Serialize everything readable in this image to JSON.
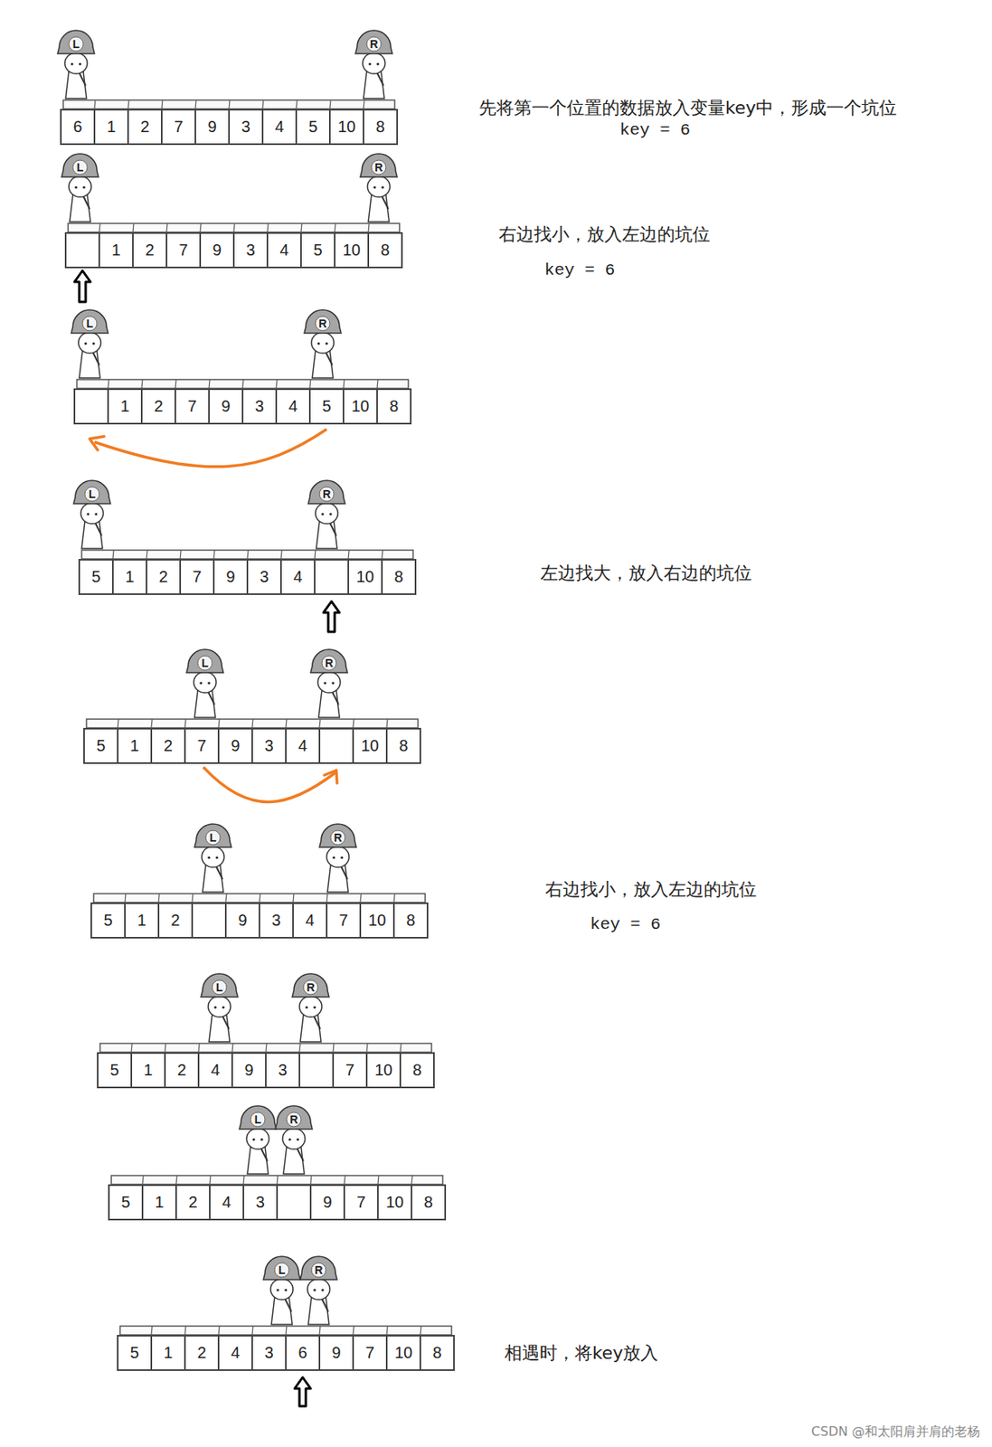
{
  "diagram": {
    "nodes": [
      {
        "text": [
          "6"
        ]
      },
      {
        "text": [
          "1"
        ]
      },
      {
        "text": [
          "2"
        ]
      },
      {
        "text": [
          "7"
        ]
      },
      {
        "text": [
          "9"
        ]
      },
      {
        "text": [
          "3"
        ]
      },
      {
        "text": [
          "4"
        ]
      },
      {
        "text": [
          "5"
        ]
      },
      {
        "text": [
          "10"
        ]
      },
      {
        "text": [
          "8"
        ]
      },
      {
        "text": [
          "1"
        ]
      },
      {
        "text": [
          "2"
        ]
      },
      {
        "text": [
          "7"
        ]
      },
      {
        "text": [
          "9"
        ]
      },
      {
        "text": [
          "3"
        ]
      },
      {
        "text": [
          "4"
        ]
      },
      {
        "text": [
          "5"
        ]
      },
      {
        "text": [
          "10"
        ]
      },
      {
        "text": [
          "8"
        ]
      },
      {
        "text": [
          "1"
        ]
      },
      {
        "text": [
          "2"
        ]
      },
      {
        "text": [
          "7"
        ]
      },
      {
        "text": [
          "9"
        ]
      },
      {
        "text": [
          "3"
        ]
      },
      {
        "text": [
          "4"
        ]
      },
      {
        "text": [
          "5"
        ]
      },
      {
        "text": [
          "10"
        ]
      },
      {
        "text": [
          "8"
        ]
      },
      {
        "text": [
          "5"
        ]
      },
      {
        "text": [
          "1"
        ]
      },
      {
        "text": [
          "2"
        ]
      },
      {
        "text": [
          "7"
        ]
      },
      {
        "text": [
          "9"
        ]
      },
      {
        "text": [
          "3"
        ]
      },
      {
        "text": [
          "4"
        ]
      },
      {
        "text": [
          "10"
        ]
      },
      {
        "text": [
          "8"
        ]
      },
      {
        "text": [
          "5"
        ]
      },
      {
        "text": [
          "1"
        ]
      },
      {
        "text": [
          "2"
        ]
      },
      {
        "text": [
          "7"
        ]
      },
      {
        "text": [
          "9"
        ]
      },
      {
        "text": [
          "3"
        ]
      },
      {
        "text": [
          "4"
        ]
      },
      {
        "text": [
          "10"
        ]
      },
      {
        "text": [
          "8"
        ]
      },
      {
        "text": [
          "5"
        ]
      },
      {
        "text": [
          "1"
        ]
      },
      {
        "text": [
          "2"
        ]
      },
      {
        "text": [
          "9"
        ]
      },
      {
        "text": [
          "3"
        ]
      },
      {
        "text": [
          "4"
        ]
      },
      {
        "text": [
          "7"
        ]
      },
      {
        "text": [
          "10"
        ]
      },
      {
        "text": [
          "8"
        ]
      },
      {
        "text": [
          "5"
        ]
      },
      {
        "text": [
          "1"
        ]
      },
      {
        "text": [
          "2"
        ]
      },
      {
        "text": [
          "4"
        ]
      },
      {
        "text": [
          "9"
        ]
      },
      {
        "text": [
          "3"
        ]
      },
      {
        "text": [
          "7"
        ]
      },
      {
        "text": [
          "10"
        ]
      },
      {
        "text": [
          "8"
        ]
      },
      {
        "text": [
          "5"
        ]
      },
      {
        "text": [
          "1"
        ]
      },
      {
        "text": [
          "2"
        ]
      },
      {
        "text": [
          "4"
        ]
      },
      {
        "text": [
          "3"
        ]
      },
      {
        "text": [
          "9"
        ]
      },
      {
        "text": [
          "7"
        ]
      },
      {
        "text": [
          "10"
        ]
      },
      {
        "text": [
          "8"
        ]
      },
      {
        "text": [
          "5"
        ]
      },
      {
        "text": [
          "1"
        ]
      },
      {
        "text": [
          "2"
        ]
      },
      {
        "text": [
          "4"
        ]
      },
      {
        "text": [
          "3"
        ]
      },
      {
        "text": [
          "6"
        ]
      },
      {
        "text": [
          "9"
        ]
      },
      {
        "text": [
          "7"
        ]
      },
      {
        "text": [
          "10"
        ]
      },
      {
        "text": [
          "8"
        ]
      }
    ],
    "labels": [
      "L",
      "R",
      "L",
      "R",
      "L",
      "R",
      "L",
      "R",
      "L",
      "R",
      "L",
      "R",
      "L",
      "R",
      "L",
      "R",
      "L",
      "R",
      "先将第一个位置的数据放入变量key中，形成一个坑位",
      "key = 6",
      "右边找小，放入左边的坑位",
      "key = 6",
      "左边找大，放入右边的坑位",
      "右边找小，放入左边的坑位",
      "key = 6",
      "相遇时，将key放入",
      "CSDN @和太阳肩并肩的老杨"
    ]
  }
}
